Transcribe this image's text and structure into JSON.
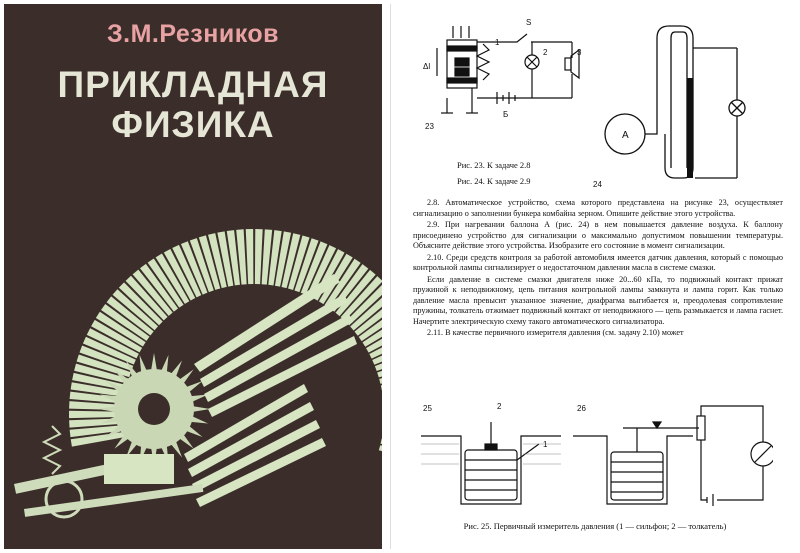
{
  "cover": {
    "author": "З.М.Резников",
    "title_line1": "ПРИКЛАДНАЯ",
    "title_line2": "ФИЗИКА"
  },
  "page": {
    "fig23": {
      "number": "23",
      "labels": {
        "s": "S",
        "one": "1",
        "two": "2",
        "three": "3",
        "delta": "Δl",
        "b": "Б"
      }
    },
    "fig24": {
      "number": "24",
      "label_a": "A"
    },
    "captions": {
      "fig23": "Рис. 23. К задаче 2.8",
      "fig24": "Рис. 24. К задаче 2.9"
    },
    "paragraphs": [
      "2.8. Автоматическое устройство, схема которого представлена на рисунке 23, осуществляет сигнализацию о заполнении бункера комбайна зерном. Опишите действие этого устройства.",
      "2.9. При нагревании баллона А (рис. 24) в нем повышается давление воздуха. К баллону присоединено устройство для сигнализации о максимально допустимом повышении температуры. Объясните действие этого устройства. Изобразите его состояние в момент сигнализации.",
      "2.10. Среди средств контроля за работой автомобиля имеется датчик давления, который с помощью контрольной лампы сигнализирует о недостаточном давлении масла в системе смазки.",
      "Если давление в системе смазки двигателя ниже 20...60 кПа, то подвижный контакт прижат пружиной к неподвижному, цепь питания контрольной лампы замкнута и лампа горит. Как только давление масла превысит указанное значение, диафрагма выгибается и, преодолевая сопротивление пружины, толкатель отжимает подвижный контакт от неподвижного — цепь размыкается и лампа гаснет. Начертите электрическую схему такого автоматического сигнализатора.",
      "2.11. В качестве первичного измерителя давления (см. задачу 2.10) может"
    ],
    "fig25": {
      "number": "25",
      "label1": "1",
      "label2": "2"
    },
    "fig26": {
      "number": "26"
    },
    "caption_bottom": "Рис. 25. Первичный измеритель давления (1 — сильфон; 2 — толкатель)"
  }
}
